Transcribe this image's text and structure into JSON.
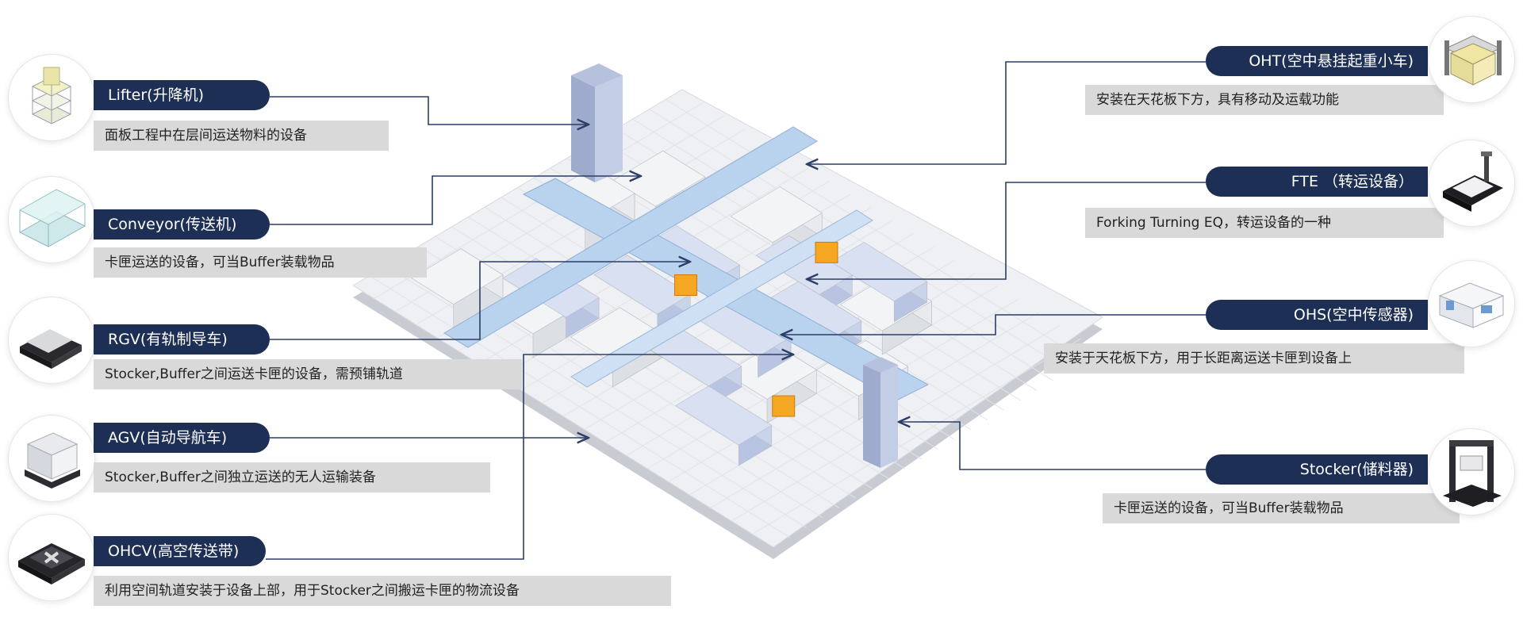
{
  "items": [
    {
      "key": "lifter",
      "side": "left",
      "icon": "lifter-icon",
      "title": "Lifter(升降机)",
      "desc": "面板工程中在层间运送物料的设备"
    },
    {
      "key": "conveyor",
      "side": "left",
      "icon": "conveyor-icon",
      "title": "Conveyor(传送机)",
      "desc": "卡匣运送的设备，可当Buffer装载物品"
    },
    {
      "key": "rgv",
      "side": "left",
      "icon": "rgv-icon",
      "title": "RGV(有轨制导车)",
      "desc": "Stocker,Buffer之间运送卡匣的设备，需预铺轨道"
    },
    {
      "key": "agv",
      "side": "left",
      "icon": "agv-icon",
      "title": "AGV(自动导航车)",
      "desc": "Stocker,Buffer之间独立运送的无人运输装备"
    },
    {
      "key": "ohcv",
      "side": "left",
      "icon": "ohcv-icon",
      "title": "OHCV(高空传送带)",
      "desc": "利用空间轨道安装于设备上部，用于Stocker之间搬运卡匣的物流设备"
    },
    {
      "key": "oht",
      "side": "right",
      "icon": "oht-icon",
      "title": "OHT(空中悬挂起重小车)",
      "desc": "安装在天花板下方，具有移动及运载功能"
    },
    {
      "key": "fte",
      "side": "right",
      "icon": "fte-icon",
      "title": "FTE （转运设备）",
      "desc": "Forking Turning EQ，转运设备的一种"
    },
    {
      "key": "ohs",
      "side": "right",
      "icon": "ohs-icon",
      "title": "OHS(空中传感器)",
      "desc": "安装于天花板下方，用于长距离运送卡匣到设备上"
    },
    {
      "key": "stocker",
      "side": "right",
      "icon": "stocker-icon",
      "title": "Stocker(储料器)",
      "desc": "卡匣运送的设备，可当Buffer装载物品"
    }
  ],
  "colors": {
    "label_bg": "#1e2f55",
    "desc_bg": "#d9d9d9",
    "line": "#2c3e66",
    "floor": "#eef0f3",
    "equipment": "#c9d3ea",
    "agv": "#f5a623"
  }
}
